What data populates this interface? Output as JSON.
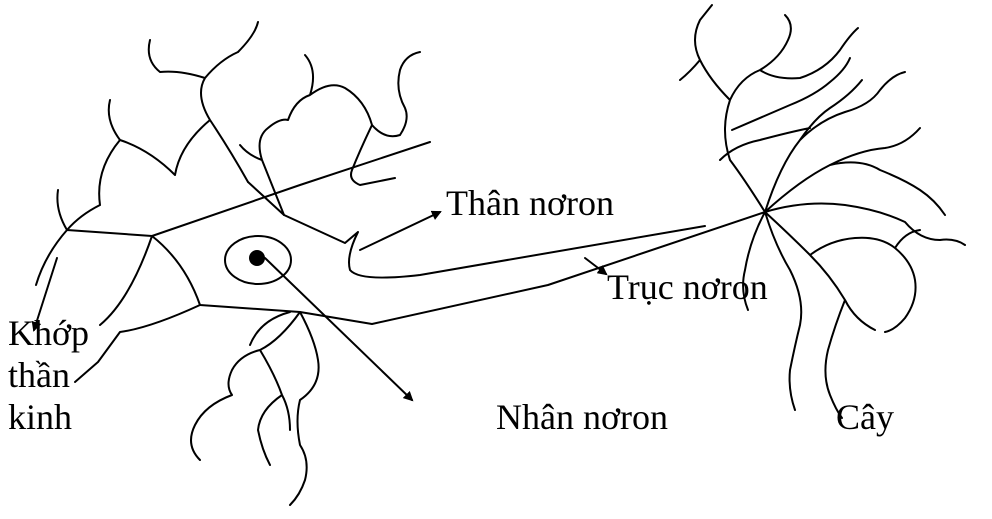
{
  "labels": {
    "than_noron": "Thân nơron",
    "truc_noron": "Trục nơron",
    "nhan_noron": "Nhân nơron",
    "cay": "Cây",
    "khop_line1": "Khớp",
    "khop_line2": "thần",
    "khop_line3": "kinh"
  },
  "colors": {
    "ink": "#000000",
    "background": "#ffffff"
  }
}
